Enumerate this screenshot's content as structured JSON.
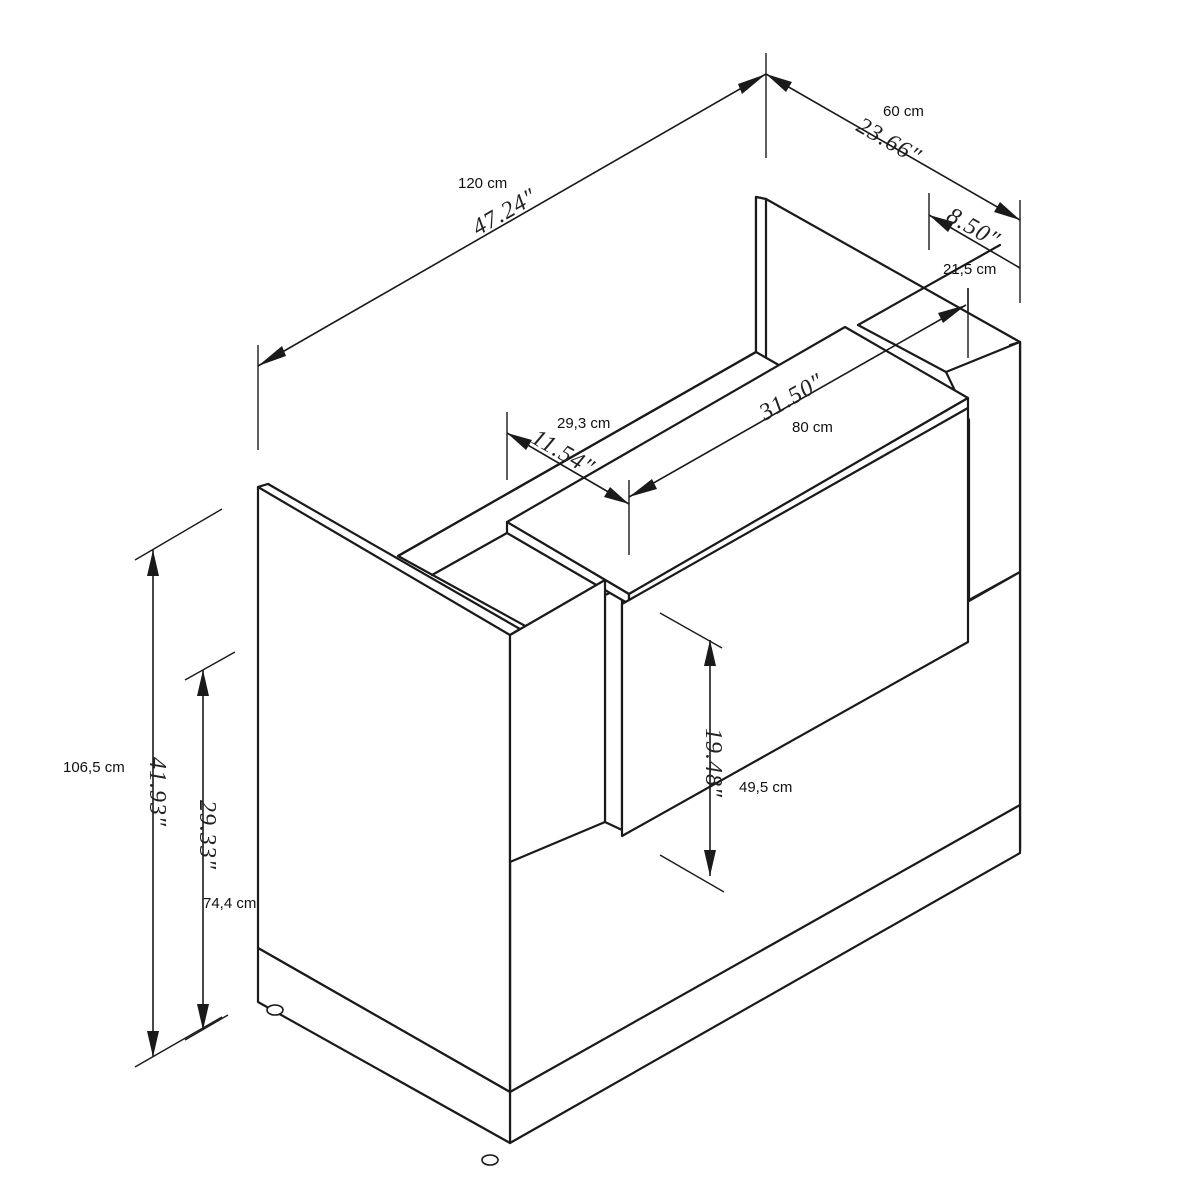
{
  "dimensions": {
    "total_length": {
      "metric": "120 cm",
      "imperial": "47.24″"
    },
    "total_depth": {
      "metric": "60 cm",
      "imperial": "23.66″"
    },
    "counter_depth": {
      "metric": "21,5 cm",
      "imperial": "8.50″"
    },
    "counter_length": {
      "metric": "80 cm",
      "imperial": "31.50″"
    },
    "counter_offset": {
      "metric": "29,3 cm",
      "imperial": "11.54″"
    },
    "total_height": {
      "metric": "106,5 cm",
      "imperial": "41.93″"
    },
    "desk_height": {
      "metric": "74,4 cm",
      "imperial": "29.33″"
    },
    "front_panel_height": {
      "metric": "49,5 cm",
      "imperial": "19.48″"
    }
  }
}
